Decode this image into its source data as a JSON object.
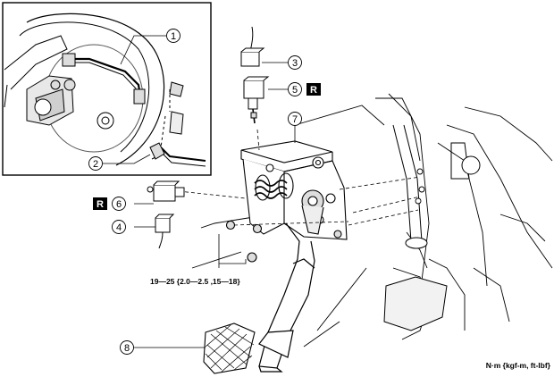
{
  "callouts": {
    "c1": "1",
    "c2": "2",
    "c3": "3",
    "c4": "4",
    "c5": "5",
    "c6": "6",
    "c7": "7",
    "c8": "8"
  },
  "badges": {
    "b5": "R",
    "b6": "R"
  },
  "torque_spec": "19—25 {2.0—2.5 ,15—18}",
  "unit_note": "N·m {kgf-m, ft-lbf}"
}
